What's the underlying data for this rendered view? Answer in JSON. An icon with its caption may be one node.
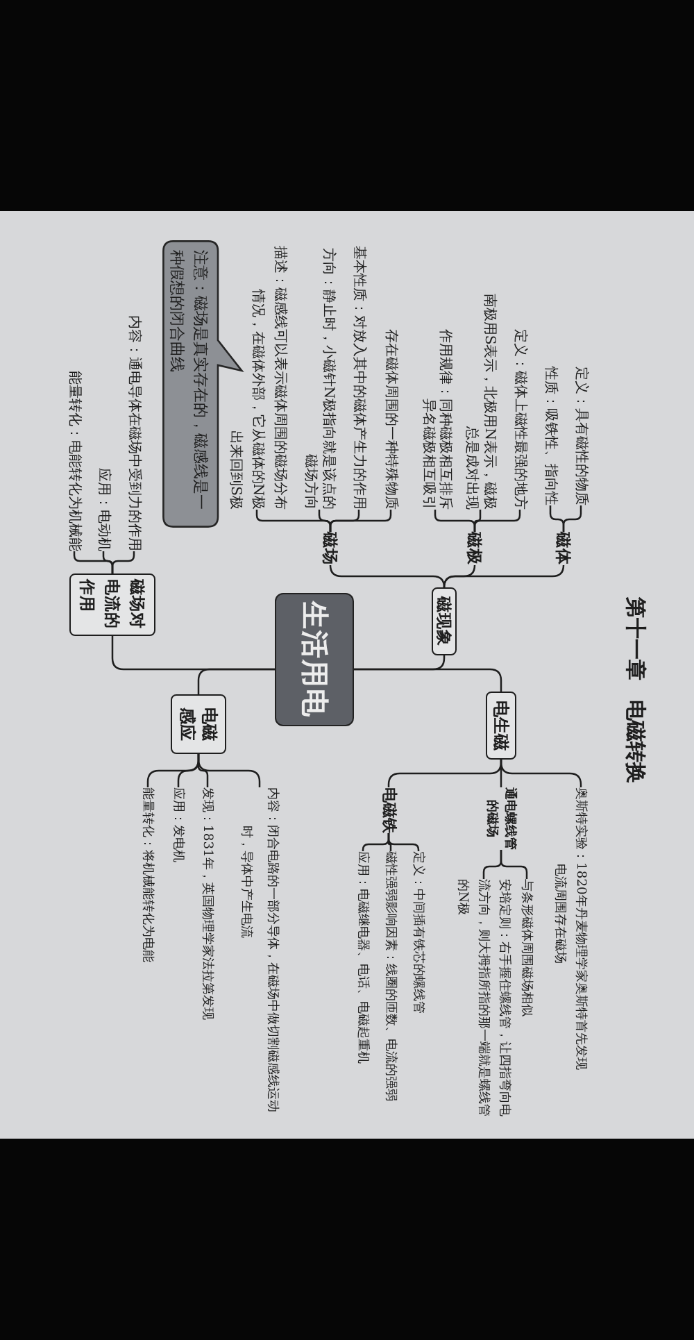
{
  "diagram": {
    "title": "第十一章 电磁转换",
    "nodes": [
      {
        "text": [
          "生活用电"
        ]
      },
      {
        "text": [
          "磁现象"
        ]
      },
      {
        "text": [
          "磁体"
        ]
      },
      {
        "text": [
          "定义：具有磁性的物质"
        ]
      },
      {
        "text": [
          "性质：吸铁性、指向性"
        ]
      },
      {
        "text": [
          "磁极"
        ]
      },
      {
        "text": [
          "定义：磁体上磁性最强的地方"
        ]
      },
      {
        "text": [
          "南极用S表示，北极用N表示，磁极总是成对出现"
        ]
      },
      {
        "text": [
          "作用规律：同种磁极相互排斥异名磁极相互吸引"
        ]
      },
      {
        "text": [
          "磁场"
        ]
      },
      {
        "text": [
          "存在磁体周围的一种特殊物质"
        ]
      },
      {
        "text": [
          "基本性质：对放入其中的磁体产生力的作用"
        ]
      },
      {
        "text": [
          "方向：静止时，小磁针N极指向就是该点的磁场方向"
        ]
      },
      {
        "text": [
          "描述：磁感线可以表示磁体周围的磁场分布情况，在磁体外部，它从磁体的N极出来回到S极"
        ]
      },
      {
        "text": [
          "注意：磁场是真实存在的，磁感线是一种假想的闭合曲线"
        ]
      },
      {
        "text": [
          "磁场对电流的作用"
        ]
      },
      {
        "text": [
          "内容：通电导体在磁场中受到力的作用"
        ]
      },
      {
        "text": [
          "应用：电动机"
        ]
      },
      {
        "text": [
          "能量转化：电能转化为机械能"
        ]
      },
      {
        "text": [
          "电生磁"
        ]
      },
      {
        "text": [
          "奥斯特实验：1820年丹麦物理学家奥斯特首先发现电流周围存在磁场"
        ]
      },
      {
        "text": [
          "通电螺线管的磁场"
        ]
      },
      {
        "text": [
          "与条形磁体周围磁场相似"
        ]
      },
      {
        "text": [
          "安培定则：右手握住螺线管，让四指弯向电流方向，则大拇指所指的那一端就是螺线管的N极"
        ]
      },
      {
        "text": [
          "电磁铁"
        ]
      },
      {
        "text": [
          "定义：中间插有铁芯的螺线管"
        ]
      },
      {
        "text": [
          "磁性强弱影响因素：线圈的匝数、电流的强弱"
        ]
      },
      {
        "text": [
          "应用：电磁继电器、电话、电磁起重机"
        ]
      },
      {
        "text": [
          "电磁感应"
        ]
      },
      {
        "text": [
          "内容：闭合电路的一部分导体，在磁场中做切割磁感线运动时，导体中产生电流"
        ]
      },
      {
        "text": [
          "发现：1831年，英国物理学家法拉第发现"
        ]
      },
      {
        "text": [
          "应用：发电机"
        ]
      },
      {
        "text": [
          "能量转化：将机械能转化为电能"
        ]
      }
    ],
    "edges": [
      {
        "from": 0,
        "to": 1,
        "arrow": "none"
      },
      {
        "from": 0,
        "to": 15,
        "arrow": "none"
      },
      {
        "from": 0,
        "to": 19,
        "arrow": "none"
      },
      {
        "from": 0,
        "to": 28,
        "arrow": "none"
      },
      {
        "from": 1,
        "to": 2,
        "arrow": "none"
      },
      {
        "from": 1,
        "to": 5,
        "arrow": "none"
      },
      {
        "from": 1,
        "to": 9,
        "arrow": "none"
      },
      {
        "from": 2,
        "to": 3,
        "arrow": "none"
      },
      {
        "from": 2,
        "to": 4,
        "arrow": "none"
      },
      {
        "from": 5,
        "to": 6,
        "arrow": "none"
      },
      {
        "from": 5,
        "to": 7,
        "arrow": "none"
      },
      {
        "from": 5,
        "to": 8,
        "arrow": "none"
      },
      {
        "from": 9,
        "to": 10,
        "arrow": "none"
      },
      {
        "from": 9,
        "to": 11,
        "arrow": "none"
      },
      {
        "from": 9,
        "to": 12,
        "arrow": "none"
      },
      {
        "from": 9,
        "to": 13,
        "arrow": "none"
      },
      {
        "from": 15,
        "to": 16,
        "arrow": "none"
      },
      {
        "from": 15,
        "to": 17,
        "arrow": "none"
      },
      {
        "from": 15,
        "to": 18,
        "arrow": "none"
      },
      {
        "from": 19,
        "to": 20,
        "arrow": "none"
      },
      {
        "from": 19,
        "to": 21,
        "arrow": "none"
      },
      {
        "from": 19,
        "to": 24,
        "arrow": "none"
      },
      {
        "from": 21,
        "to": 22,
        "arrow": "none"
      },
      {
        "from": 21,
        "to": 23,
        "arrow": "none"
      },
      {
        "from": 24,
        "to": 25,
        "arrow": "none"
      },
      {
        "from": 24,
        "to": 26,
        "arrow": "none"
      },
      {
        "from": 24,
        "to": 27,
        "arrow": "none"
      },
      {
        "from": 28,
        "to": 29,
        "arrow": "none"
      },
      {
        "from": 28,
        "to": 30,
        "arrow": "none"
      },
      {
        "from": 28,
        "to": 31,
        "arrow": "none"
      },
      {
        "from": 28,
        "to": 32,
        "arrow": "none"
      }
    ]
  }
}
